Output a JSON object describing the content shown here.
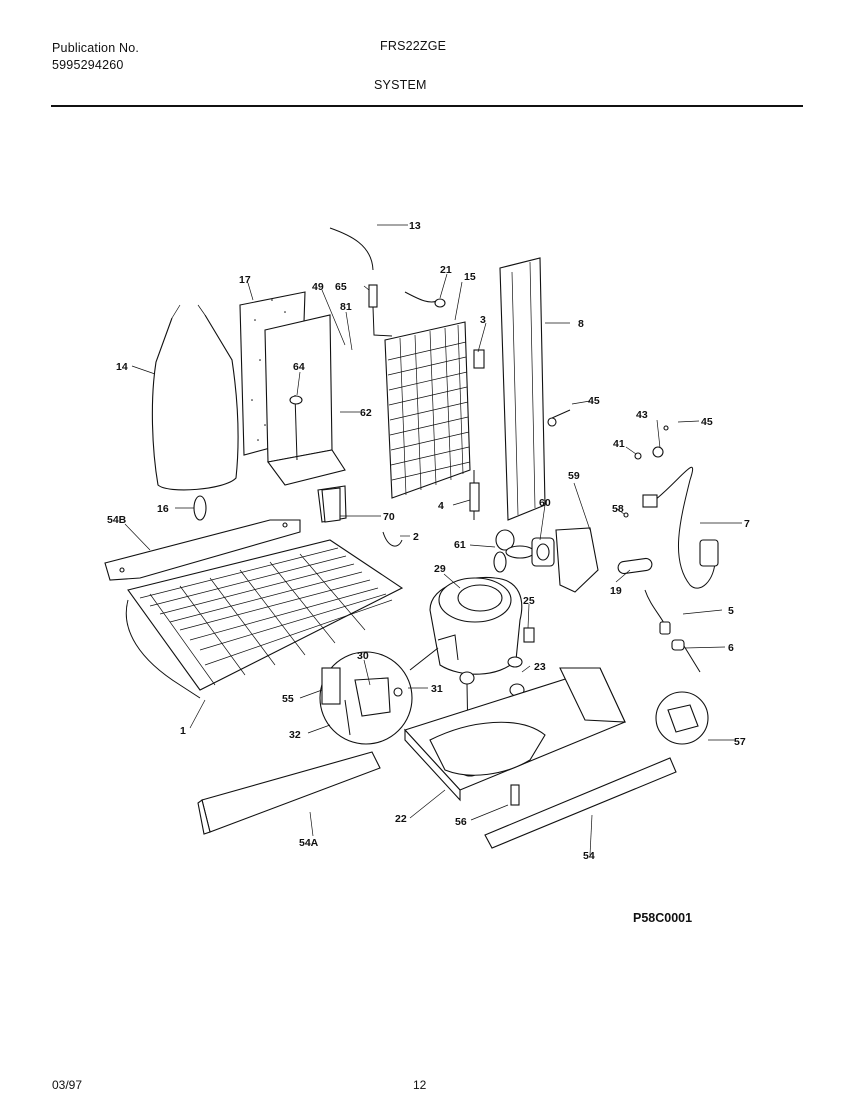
{
  "header": {
    "publication_label": "Publication No.",
    "publication_number": "5995294260",
    "model": "FRS22ZGE",
    "section": "SYSTEM"
  },
  "diagram": {
    "callouts": [
      "13",
      "17",
      "49",
      "65",
      "21",
      "15",
      "81",
      "3",
      "8",
      "14",
      "64",
      "62",
      "45",
      "43",
      "45",
      "41",
      "16",
      "4",
      "70",
      "54B",
      "2",
      "59",
      "58",
      "60",
      "7",
      "61",
      "29",
      "19",
      "25",
      "5",
      "6",
      "30",
      "23",
      "55",
      "31",
      "1",
      "32",
      "57",
      "22",
      "56",
      "54A",
      "54"
    ],
    "reference_code": "P58C0001"
  },
  "footer": {
    "date": "03/97",
    "page": "12"
  }
}
